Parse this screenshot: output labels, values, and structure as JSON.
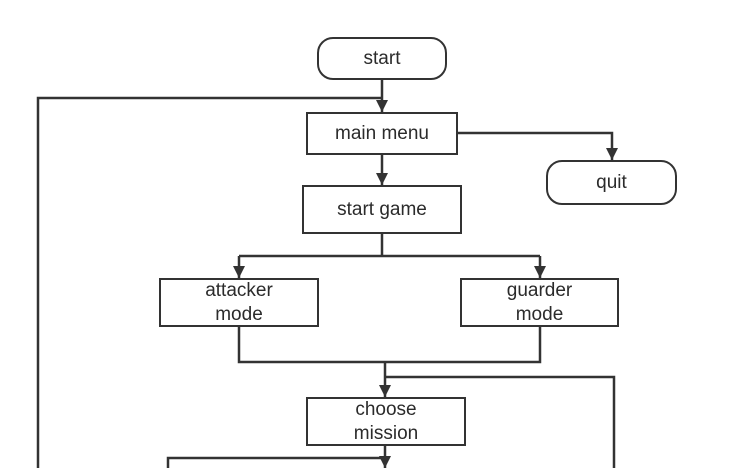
{
  "colors": {
    "stroke": "#333333",
    "text": "#2b2b2b",
    "background": "#ffffff"
  },
  "nodes": {
    "start": "start",
    "main_menu": "main menu",
    "quit": "quit",
    "start_game": "start game",
    "attacker_mode": "attacker\nmode",
    "guarder_mode": "guarder\nmode",
    "choose_mission": "choose\nmission"
  }
}
